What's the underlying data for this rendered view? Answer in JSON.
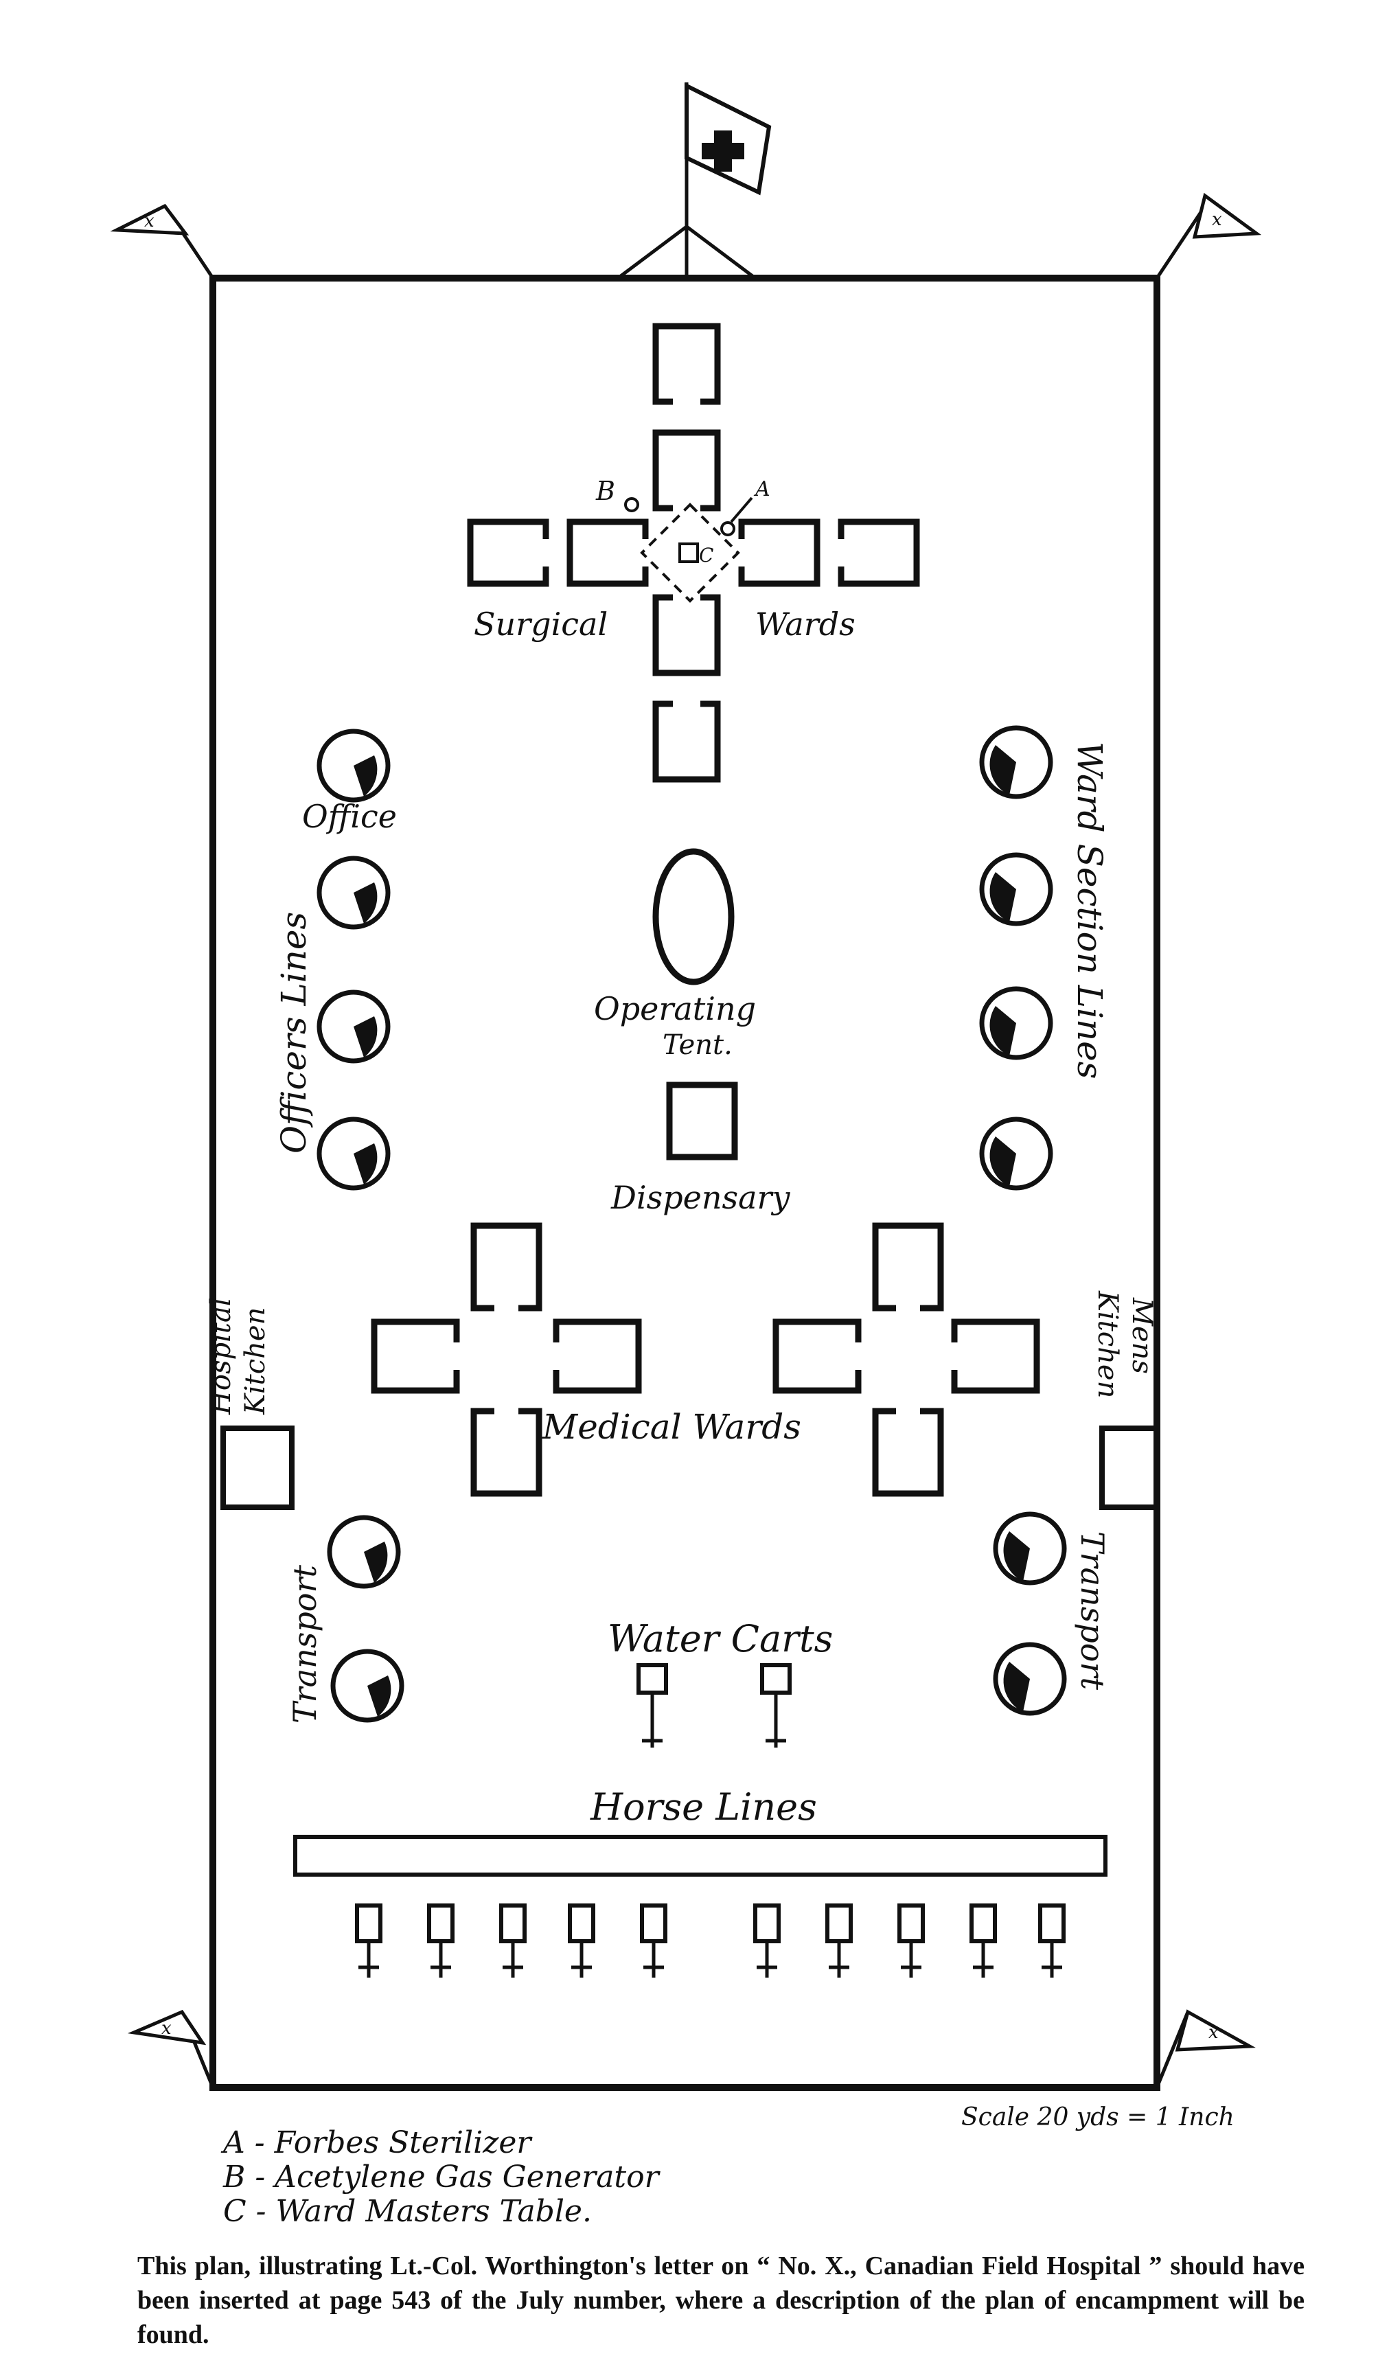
{
  "labels": {
    "surgical_left": "Surgical",
    "surgical_right": "Wards",
    "marker_b": "B",
    "marker_a": "A",
    "marker_c": "C",
    "office": "Office",
    "officers_lines": "Officers Lines",
    "ward_section_lines": "Ward Section Lines",
    "operating_tent_1": "Operating",
    "operating_tent_2": "Tent.",
    "dispensary": "Dispensary",
    "hospital_kitchen_1": "Hospital",
    "hospital_kitchen_2": "Kitchen",
    "mens_kitchen_1": "Mens",
    "mens_kitchen_2": "Kitchen",
    "medical_wards": "Medical Wards",
    "transport_left": "Transport",
    "transport_right": "Transport",
    "water_carts": "Water Carts",
    "horse_lines": "Horse Lines",
    "scale": "Scale 20 yds = 1 Inch"
  },
  "legend": [
    "A - Forbes Sterilizer",
    "B - Acetylene Gas Generator",
    "C - Ward Masters Table."
  ],
  "caption": "This plan, illustrating Lt.-Col. Worthington's letter on “ No. X., Canadian Field Hospital ” should have been inserted at page 543 of the July number, where a description of the plan of encampment will be found."
}
